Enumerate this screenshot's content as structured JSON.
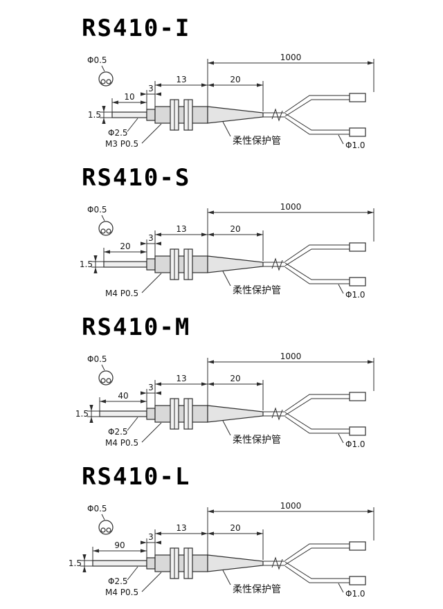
{
  "page": {
    "colors": {
      "line": "#2b2b2b",
      "body_fill": "#d9d9d9",
      "background": "#ffffff"
    }
  },
  "models": [
    {
      "title": "RS410-I",
      "thread_spec": "M3 P0.5",
      "tube_label": "柔性保护管",
      "dims": {
        "tip_diameter": "Φ0.5",
        "cable_length": "1000",
        "thread_length": "13",
        "tube_length": "20",
        "flange_width": "3",
        "lead_length": "10",
        "lead_height": "1.5",
        "lead_diameter": "Φ2.5",
        "fiber_diameter": "Φ1.0"
      }
    },
    {
      "title": "RS410-S",
      "thread_spec": "M4 P0.5",
      "tube_label": "柔性保护管",
      "dims": {
        "tip_diameter": "Φ0.5",
        "cable_length": "1000",
        "thread_length": "13",
        "tube_length": "20",
        "flange_width": "3",
        "lead_length": "20",
        "lead_height": "1.5",
        "fiber_diameter": "Φ1.0"
      }
    },
    {
      "title": "RS410-M",
      "thread_spec": "M4 P0.5",
      "tube_label": "柔性保护管",
      "dims": {
        "tip_diameter": "Φ0.5",
        "cable_length": "1000",
        "thread_length": "13",
        "tube_length": "20",
        "flange_width": "3",
        "lead_length": "40",
        "lead_height": "1.5",
        "lead_diameter": "Φ2.5",
        "fiber_diameter": "Φ1.0"
      }
    },
    {
      "title": "RS410-L",
      "thread_spec": "M4 P0.5",
      "tube_label": "柔性保护管",
      "dims": {
        "tip_diameter": "Φ0.5",
        "cable_length": "1000",
        "thread_length": "13",
        "tube_length": "20",
        "flange_width": "3",
        "lead_length": "90",
        "lead_height": "1.5",
        "lead_diameter": "Φ2.5",
        "fiber_diameter": "Φ1.0"
      }
    }
  ]
}
